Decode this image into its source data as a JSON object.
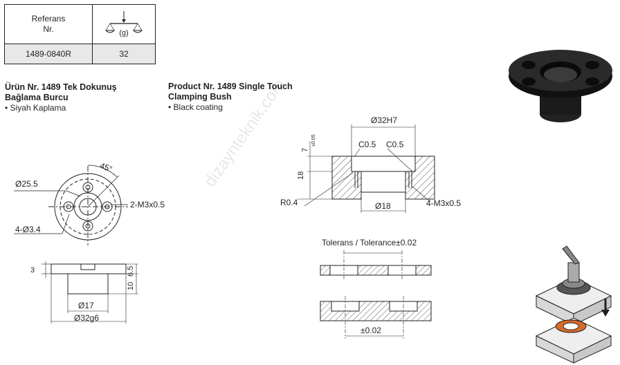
{
  "table": {
    "header_ref": "Referans\nNr.",
    "header_weight_unit": "(g)",
    "rows": [
      {
        "ref": "1489-0840R",
        "weight": "32"
      }
    ]
  },
  "title_tr": {
    "line1": "Ürün Nr. 1489 Tek Dokunuş",
    "line2": "Bağlama Burcu",
    "bullet": "• Siyah Kaplama"
  },
  "title_en": {
    "line1": "Product Nr. 1489 Single Touch",
    "line2": "Clamping Bush",
    "bullet": "• Black coating"
  },
  "drawing_left": {
    "angle": "45°",
    "d_bolt_circle": "Ø25.5",
    "thread": "2-M3x0.5",
    "holes": "4-Ø3.4",
    "h_flange": "3",
    "h_top": "6.5",
    "h_body": "10",
    "d_inner": "Ø17",
    "d_outer": "Ø32g6"
  },
  "drawing_mid": {
    "bore": "Ø32H7",
    "depth": "7",
    "depth_tol": "±0.05",
    "chamfer1": "C0.5",
    "chamfer2": "C0.5",
    "height": "18",
    "radius": "R0.4",
    "d_hole": "Ø18",
    "thread": "4-M3x0.5"
  },
  "drawing_tol": {
    "tolerance_label": "Tolerans / Tolerance±0.02",
    "tolerance_bottom": "±0.02"
  },
  "watermark": "dizaynteknik.com",
  "colors": {
    "ink": "#231f20",
    "highlight": "#d86a2a",
    "plate": "#e8e8e8"
  }
}
